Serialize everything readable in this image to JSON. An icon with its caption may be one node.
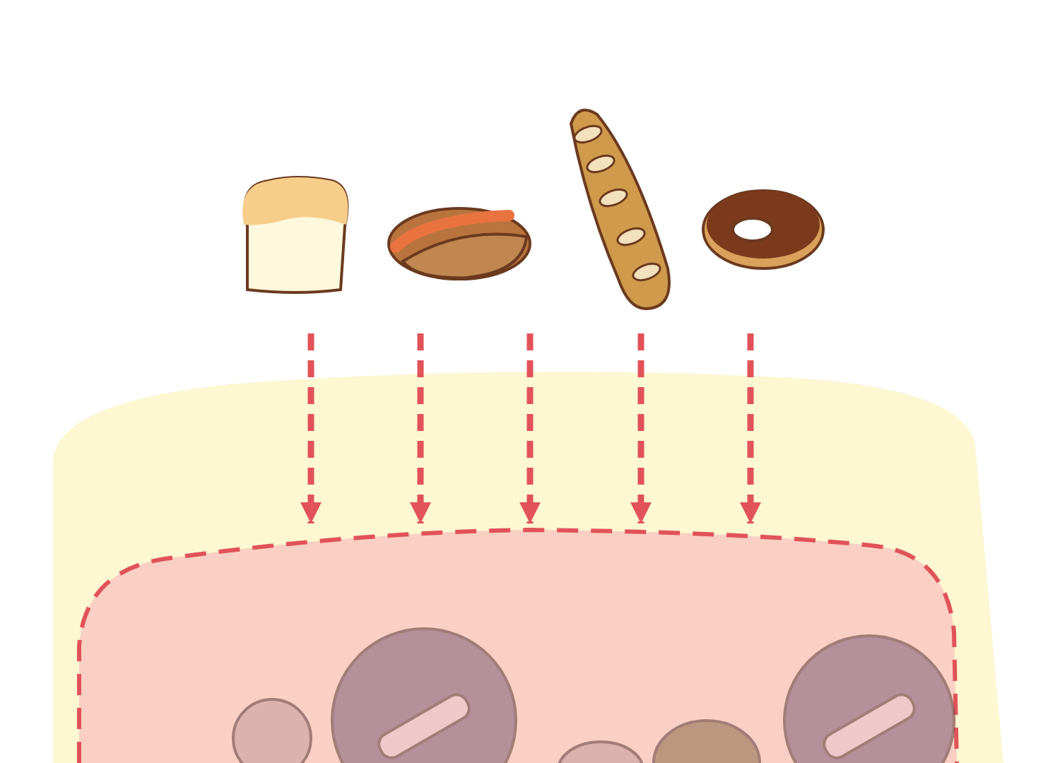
{
  "diagram": {
    "nodes": [
      {
        "text": [],
        "shape": "box"
      },
      {
        "text": [],
        "shape": "box",
        "in": 0
      }
    ],
    "edges": [
      {
        "from": null,
        "to": 1,
        "arrow": "to",
        "style": "dashed"
      },
      {
        "from": null,
        "to": 1,
        "arrow": "to",
        "style": "dashed"
      },
      {
        "from": null,
        "to": 1,
        "arrow": "to",
        "style": "dashed"
      },
      {
        "from": null,
        "to": 1,
        "arrow": "to",
        "style": "dashed"
      },
      {
        "from": null,
        "to": 1,
        "arrow": "to",
        "style": "dashed"
      }
    ]
  }
}
